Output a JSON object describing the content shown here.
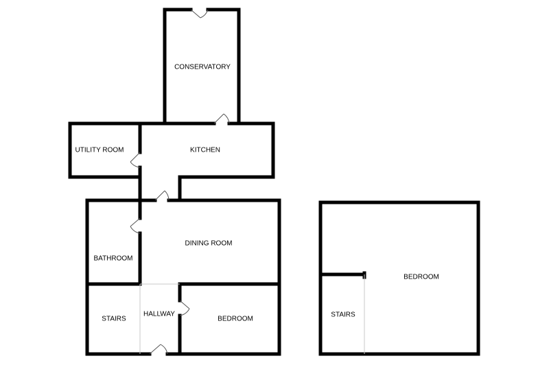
{
  "rooms": {
    "conservatory": "CONSERVATORY",
    "utility_room": "UTILITY ROOM",
    "kitchen": "KITCHEN",
    "dining_room": "DINING ROOM",
    "bathroom": "BATHROOM",
    "stairs_ground": "STAIRS",
    "hallway": "HALLWAY",
    "bedroom_ground": "BEDROOM",
    "bedroom_upper": "BEDROOM",
    "stairs_upper": "STAIRS"
  },
  "colors": {
    "wall": "#000000",
    "divider": "#c8c8c8",
    "background": "#ffffff"
  }
}
